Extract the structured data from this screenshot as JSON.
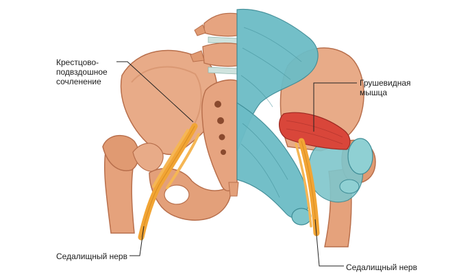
{
  "labels": {
    "sacroiliac_joint": [
      "Крестцово-",
      "подвздошное",
      "сочленение"
    ],
    "piriformis": [
      "Грушевидная",
      "мышца"
    ],
    "sciatic_nerve_left": "Седалищный нерв",
    "sciatic_nerve_right": "Седалищный нерв"
  },
  "colors": {
    "bone": "#e8ab88",
    "bone_dark": "#c9805a",
    "cartilage": "#cfe3de",
    "ligament": "#6cbcc6",
    "muscle": "#d9463a",
    "nerve": "#f2a535",
    "leader": "#222222"
  }
}
